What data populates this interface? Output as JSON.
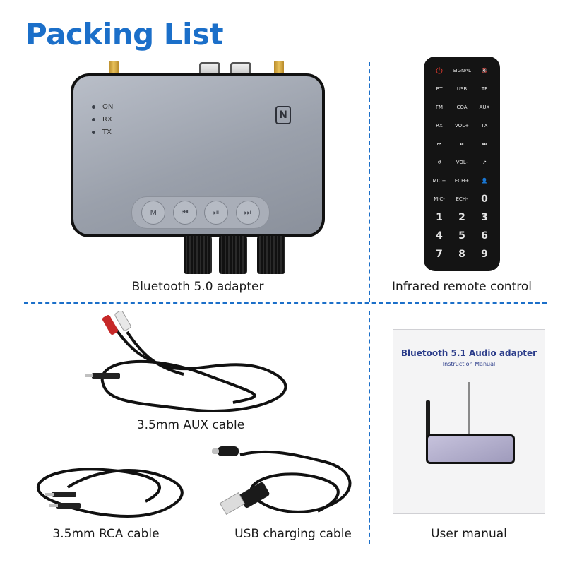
{
  "header": {
    "title": "Packing List"
  },
  "items": {
    "adapter": {
      "caption": "Bluetooth 5.0 adapter",
      "leds": [
        "ON",
        "RX",
        "TX"
      ],
      "nfc_mark": "N",
      "buttons": [
        "M",
        "⏮",
        "⏯",
        "⏭"
      ]
    },
    "remote": {
      "caption": "Infrared remote control",
      "keys": [
        "⏻",
        "SIGNAL",
        "🔇",
        "BT",
        "USB",
        "TF",
        "FM",
        "COA",
        "AUX",
        "RX",
        "VOL+",
        "TX",
        "⏮",
        "⏯",
        "⏭",
        "↺",
        "VOL-",
        "↗",
        "MIC+",
        "ECH+",
        "👤",
        "MIC-",
        "ECH-",
        "0",
        "1",
        "2",
        "3",
        "4",
        "5",
        "6",
        "7",
        "8",
        "9"
      ]
    },
    "aux_cable": {
      "caption": "3.5mm AUX cable"
    },
    "rca_cable": {
      "caption": "3.5mm RCA cable"
    },
    "usb_cable": {
      "caption": "USB charging cable"
    },
    "manual": {
      "caption": "User manual",
      "title": "Bluetooth 5.1 Audio adapter",
      "subtitle": "Instruction Manual"
    }
  },
  "colors": {
    "accent": "#1b6fc9",
    "power": "#e23a2e"
  }
}
